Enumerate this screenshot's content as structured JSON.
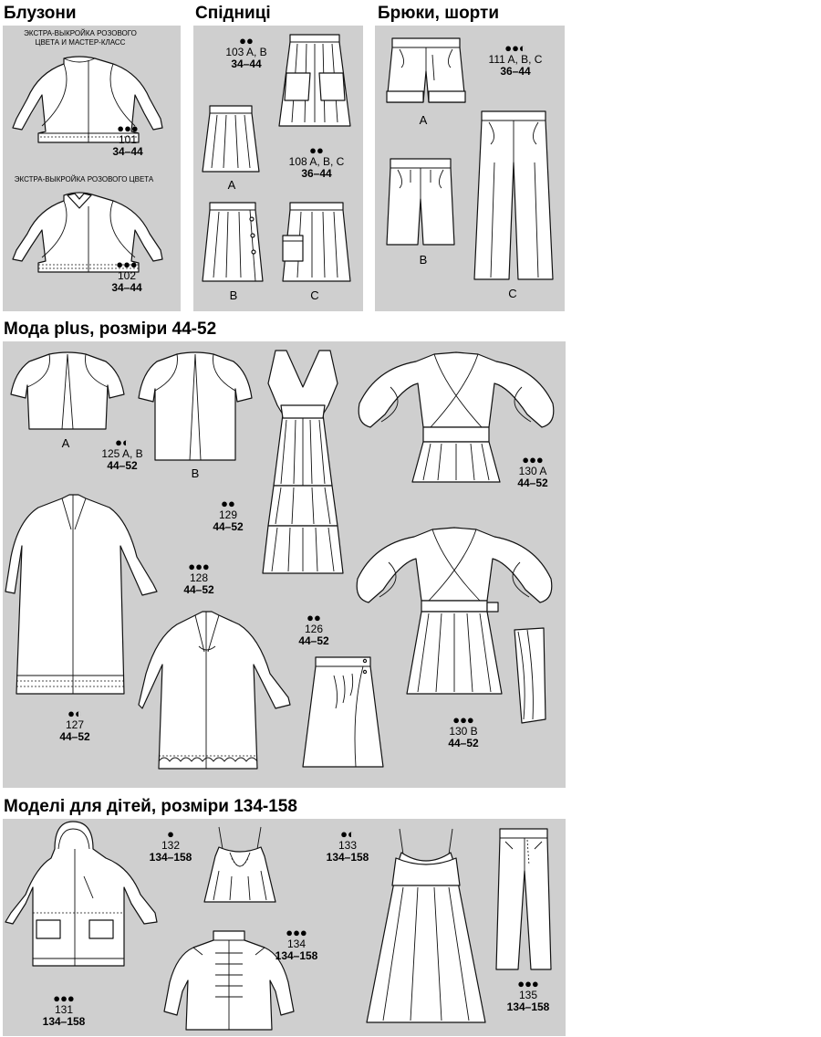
{
  "sections": {
    "blouses": {
      "title": "Блузони"
    },
    "skirts": {
      "title": "Спідниці"
    },
    "trousers": {
      "title": "Брюки, шорти"
    },
    "plus": {
      "title": "Мода plus, розміри 44-52"
    },
    "kids": {
      "title": "Моделі для дітей, розміри 134-158"
    }
  },
  "captions": {
    "extra_masterclass_line1": "ЭКСТРА-ВЫКРОЙКА РОЗОВОГО",
    "extra_masterclass_line2": "ЦВЕТА И МАСТЕР-КЛАСС",
    "extra_pink": "ЭКСТРА-ВЫКРОЙКА РОЗОВОГО ЦВЕТА"
  },
  "models": {
    "m101": {
      "dots": "●●●",
      "number": "101",
      "sizes": "34–44"
    },
    "m102": {
      "dots": "●●●",
      "number": "102",
      "sizes": "34–44"
    },
    "m103": {
      "dots": "●●",
      "number": "103 A, B",
      "sizes": "34–44"
    },
    "m108": {
      "dots": "●●",
      "number": "108 A, B, C",
      "sizes": "36–44"
    },
    "m111": {
      "dots": "●●◐",
      "number": "111 A, B, C",
      "sizes": "36–44"
    },
    "m125": {
      "dots": "●◐",
      "number": "125 A, B",
      "sizes": "44–52"
    },
    "m129": {
      "dots": "●●",
      "number": "129",
      "sizes": "44–52"
    },
    "m130a": {
      "dots": "●●●",
      "number": "130 A",
      "sizes": "44–52"
    },
    "m128": {
      "dots": "●●●",
      "number": "128",
      "sizes": "44–52"
    },
    "m126": {
      "dots": "●●",
      "number": "126",
      "sizes": "44–52"
    },
    "m127": {
      "dots": "●◐",
      "number": "127",
      "sizes": "44–52"
    },
    "m130b": {
      "dots": "●●●",
      "number": "130 B",
      "sizes": "44–52"
    },
    "m131": {
      "dots": "●●●",
      "number": "131",
      "sizes": "134–158"
    },
    "m132": {
      "dots": "●",
      "number": "132",
      "sizes": "134–158"
    },
    "m133": {
      "dots": "●◐",
      "number": "133",
      "sizes": "134–158"
    },
    "m134": {
      "dots": "●●●",
      "number": "134",
      "sizes": "134–158"
    },
    "m135": {
      "dots": "●●●",
      "number": "135",
      "sizes": "134–158"
    }
  },
  "letters": {
    "a": "A",
    "b": "B",
    "c": "C"
  }
}
